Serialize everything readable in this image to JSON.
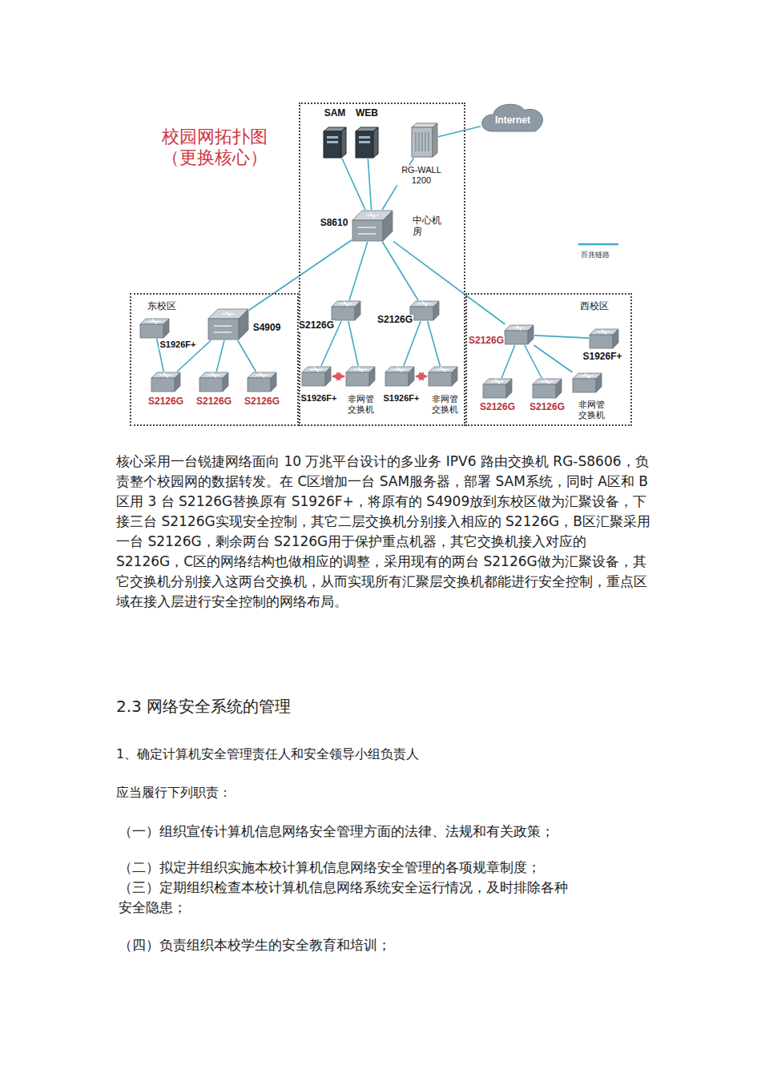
{
  "diagram": {
    "title": "校园网拓扑图 （更换核心）",
    "nodes": [
      {
        "text": [
          "中心机房"
        ]
      },
      {
        "text": [
          "东校区"
        ]
      },
      {
        "text": [
          "西校区"
        ]
      },
      {
        "text": [
          "SAM"
        ],
        "in": 0
      },
      {
        "text": [
          "WEB"
        ],
        "in": 0
      },
      {
        "text": [
          "RG-WALL 1200"
        ],
        "in": 0
      },
      {
        "text": [
          "Internet"
        ]
      },
      {
        "text": [
          "S8610"
        ],
        "in": 0
      },
      {
        "text": [
          "S4909"
        ],
        "in": 1
      },
      {
        "text": [
          "S1926F+"
        ],
        "in": 1
      },
      {
        "text": [
          "S2126G"
        ],
        "in": 1
      },
      {
        "text": [
          "S2126G"
        ],
        "in": 1
      },
      {
        "text": [
          "S2126G"
        ],
        "in": 1
      },
      {
        "text": [
          "S2126G"
        ],
        "in": 0
      },
      {
        "text": [
          "S2126G"
        ],
        "in": 0
      },
      {
        "text": [
          "S1926F+"
        ],
        "in": 0
      },
      {
        "text": [
          "非网管 交换机"
        ],
        "in": 0
      },
      {
        "text": [
          "S1926F+"
        ],
        "in": 0
      },
      {
        "text": [
          "非网管 交换机"
        ],
        "in": 0
      },
      {
        "text": [
          "S2126G"
        ],
        "in": 2
      },
      {
        "text": [
          "S1926F+"
        ],
        "in": 2
      },
      {
        "text": [
          "S2126G"
        ],
        "in": 2
      },
      {
        "text": [
          "S2126G"
        ],
        "in": 2
      },
      {
        "text": [
          "非网管 交换机"
        ],
        "in": 2
      }
    ],
    "edges": [
      {
        "from": 3,
        "to": 7,
        "arrow": "none"
      },
      {
        "from": 4,
        "to": 7,
        "arrow": "none"
      },
      {
        "from": 5,
        "to": 7,
        "arrow": "none"
      },
      {
        "from": 5,
        "to": 6,
        "arrow": "none"
      },
      {
        "from": 7,
        "to": 8,
        "arrow": "none"
      },
      {
        "from": 7,
        "to": 13,
        "arrow": "none"
      },
      {
        "from": 7,
        "to": 14,
        "arrow": "none"
      },
      {
        "from": 7,
        "to": 19,
        "arrow": "none"
      },
      {
        "from": 8,
        "to": 10,
        "arrow": "none"
      },
      {
        "from": 8,
        "to": 11,
        "arrow": "none"
      },
      {
        "from": 8,
        "to": 12,
        "arrow": "none"
      },
      {
        "from": 9,
        "to": 10,
        "arrow": "none"
      },
      {
        "from": 13,
        "to": 15,
        "arrow": "none"
      },
      {
        "from": 13,
        "to": 16,
        "arrow": "none"
      },
      {
        "from": 15,
        "to": 16,
        "arrow": "both"
      },
      {
        "from": 14,
        "to": 17,
        "arrow": "none"
      },
      {
        "from": 14,
        "to": 18,
        "arrow": "none"
      },
      {
        "from": 17,
        "to": 18,
        "arrow": "both"
      },
      {
        "from": 19,
        "to": 20,
        "arrow": "none"
      },
      {
        "from": 19,
        "to": 21,
        "arrow": "none"
      },
      {
        "from": 19,
        "to": 22,
        "arrow": "none"
      },
      {
        "from": 19,
        "to": 23,
        "arrow": "none"
      }
    ],
    "labels": [
      "核心采用一台锐捷网络面向 10 万兆平台设计的多业务 IPV6 路由交换机 RG-S8606，负责整个校园网的数据转发。在 C区增加一台 SAM服务器，部署 SAM系统，同时 A区和 B区用 3 台 S2126G替换原有 S1926F+，将原有的 S4909放到东校区做为汇聚设备，下接三台 S2126G实现安全控制，其它二层交换机分别接入相应的 S2126G，B区汇聚采用一台 S2126G，剩余两台 S2126G用于保护重点机器，其它交换机接入对应的 S2126G，C区的网络结构也做相应的调整，采用现有的两台 S2126G做为汇聚设备，其它交换机分别接入这两台交换机，从而实现所有汇聚层交换机都能进行安全控制，重点区域在接入层进行安全控制的网络布局。",
      "2.3 网络安全系统的管理",
      "1、确定计算机安全管理责任人和安全领导小组负责人",
      "应当履行下列职责：",
      "（一）组织宣传计算机信息网络安全管理方面的法律、法规和有关政策；",
      "（二）拟定并组织实施本校计算机信息网络安全管理的各项规章制度；",
      "（三）定期组织检查本校计算机信息网络系统安全运行情况，及时排除各种安全隐患；",
      "（四）负责组织本校学生的安全教育和培训；"
    ],
    "legend": [
      {
        "text": "百兆链路"
      }
    ]
  }
}
